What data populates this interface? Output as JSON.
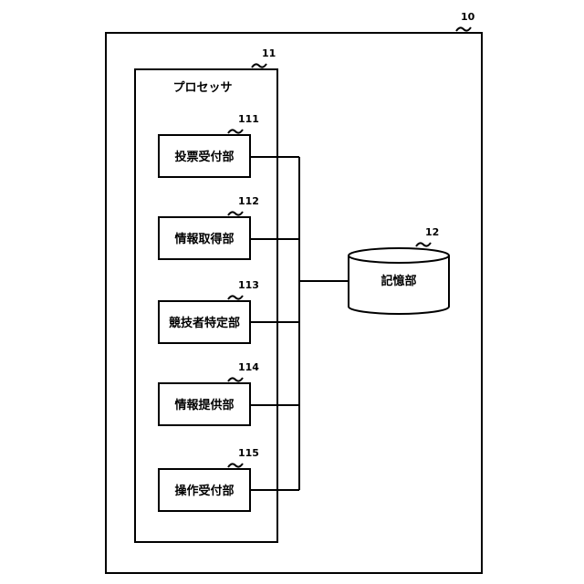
{
  "device": {
    "ref": "10"
  },
  "processor": {
    "ref": "11",
    "label": "プロセッサ"
  },
  "units": [
    {
      "ref": "111",
      "label": "投票受付部"
    },
    {
      "ref": "112",
      "label": "情報取得部"
    },
    {
      "ref": "113",
      "label": "競技者特定部"
    },
    {
      "ref": "114",
      "label": "情報提供部"
    },
    {
      "ref": "115",
      "label": "操作受付部"
    }
  ],
  "storage": {
    "ref": "12",
    "label": "記憶部"
  }
}
